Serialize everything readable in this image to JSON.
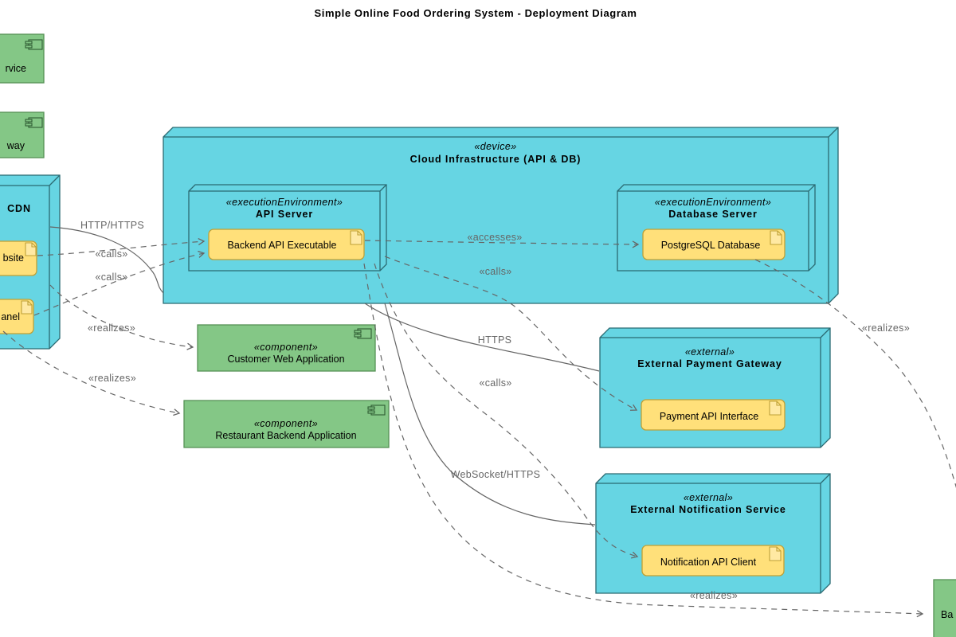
{
  "title": "Simple Online Food Ordering System - Deployment Diagram",
  "colors": {
    "node_fill": "#66d5e3",
    "node_border": "#2b6a72",
    "component_fill": "#84c786",
    "component_border": "#569256",
    "artifact_fill": "#ffe07a",
    "artifact_border": "#bfa136",
    "edge": "#666666"
  },
  "nodes": {
    "cloud": {
      "stereotype": "«device»",
      "name": "Cloud Infrastructure (API & DB)"
    },
    "api_server": {
      "stereotype": "«executionEnvironment»",
      "name": "API Server"
    },
    "db_server": {
      "stereotype": "«executionEnvironment»",
      "name": "Database Server"
    },
    "cdn": {
      "name": "CDN"
    },
    "payment": {
      "stereotype": "«external»",
      "name": "External Payment Gateway"
    },
    "notification": {
      "stereotype": "«external»",
      "name": "External Notification Service"
    }
  },
  "artifacts": {
    "backend_api": {
      "name": "Backend API Executable"
    },
    "postgres": {
      "name": "PostgreSQL Database"
    },
    "payment_api": {
      "name": "Payment API Interface"
    },
    "notification_api": {
      "name": "Notification API Client"
    },
    "website_fragment": {
      "name": "bsite"
    },
    "panel_fragment": {
      "name": "anel"
    }
  },
  "components": {
    "customer_web": {
      "stereotype": "«component»",
      "name": "Customer Web Application"
    },
    "restaurant_backend": {
      "stereotype": "«component»",
      "name": "Restaurant Backend Application"
    },
    "left_top_fragment": {
      "name": "rvice"
    },
    "left_mid_fragment": {
      "name": "way"
    },
    "bottom_right_fragment": {
      "name": "Ba"
    }
  },
  "edge_labels": {
    "http_https": "HTTP/HTTPS",
    "calls_a": "«calls»",
    "calls_b": "«calls»",
    "realizes_a": "«realizes»",
    "realizes_b": "«realizes»",
    "accesses": "«accesses»",
    "calls_c": "«calls»",
    "https": "HTTPS",
    "calls_d": "«calls»",
    "websocket": "WebSocket/HTTPS",
    "realizes_c": "«realizes»",
    "realizes_d": "«realizes»"
  }
}
